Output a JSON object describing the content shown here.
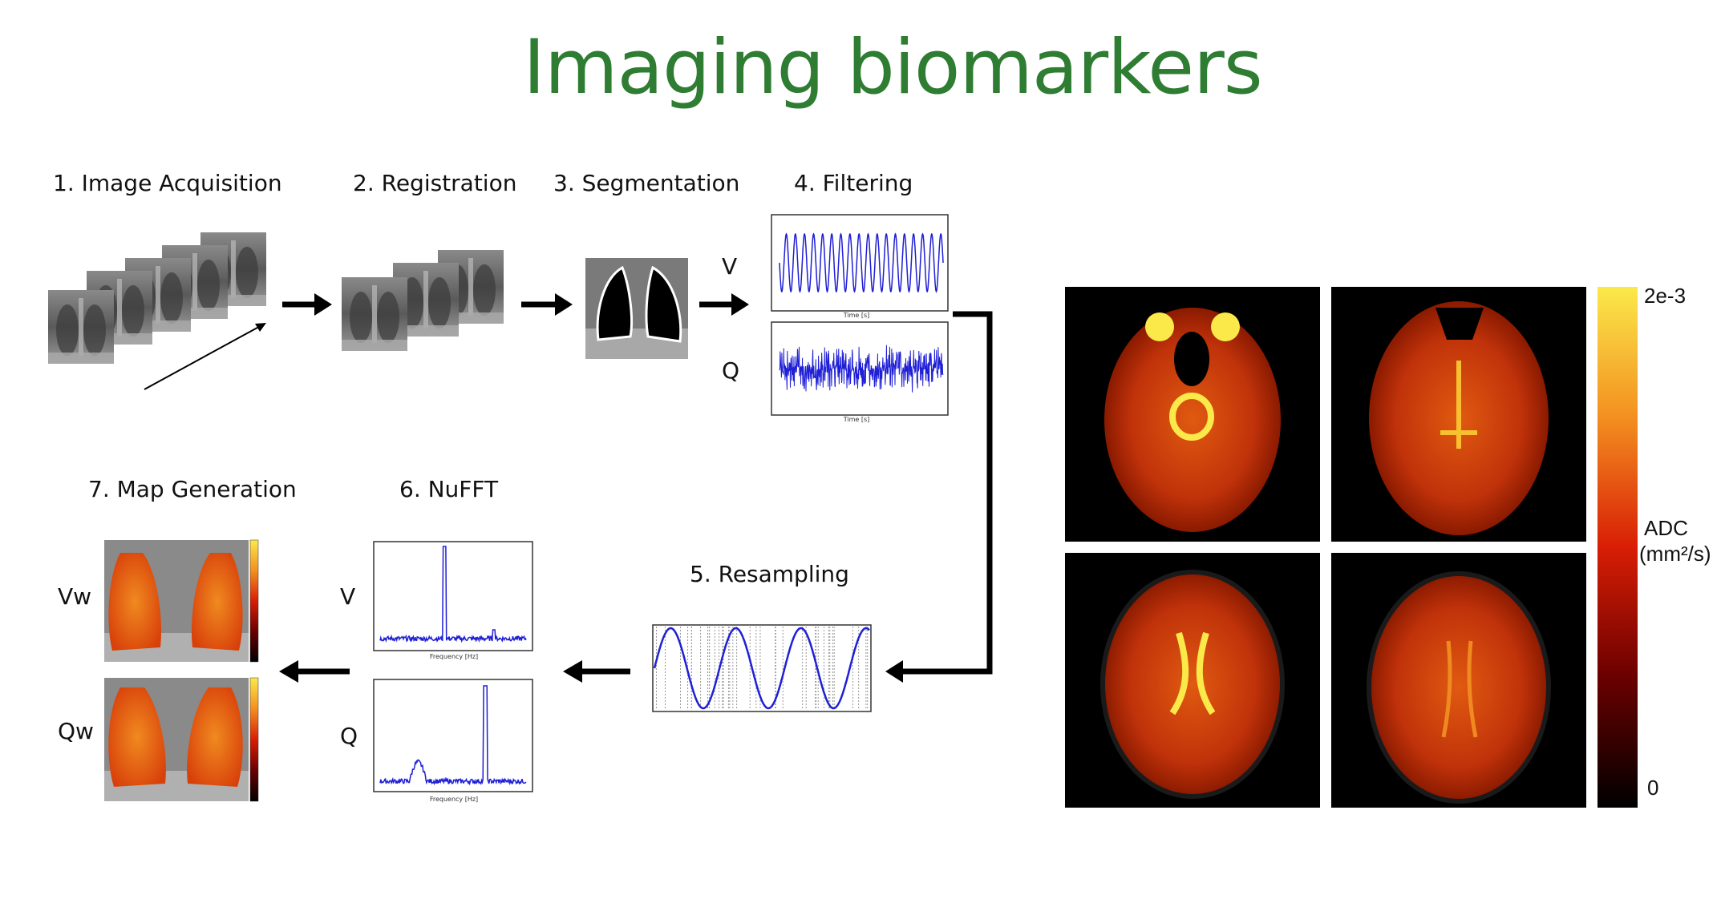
{
  "title": "Imaging biomarkers",
  "steps": {
    "acquisition": "1. Image Acquisition",
    "registration": "2. Registration",
    "segmentation": "3. Segmentation",
    "filtering": "4. Filtering",
    "resampling": "5. Resampling",
    "nufft": "6. NuFFT",
    "map_generation": "7. Map Generation"
  },
  "signal_labels": {
    "v": "V",
    "q": "Q"
  },
  "map_labels": {
    "vw": "Vw",
    "qw": "Qw"
  },
  "colorbar": {
    "max": "2e-3",
    "min": "0",
    "label_line1": "ADC",
    "label_line2": "(mm²/s)"
  },
  "colors": {
    "title": "#2e7d32",
    "signal": "#1f1fd6",
    "arrow": "#000000"
  }
}
